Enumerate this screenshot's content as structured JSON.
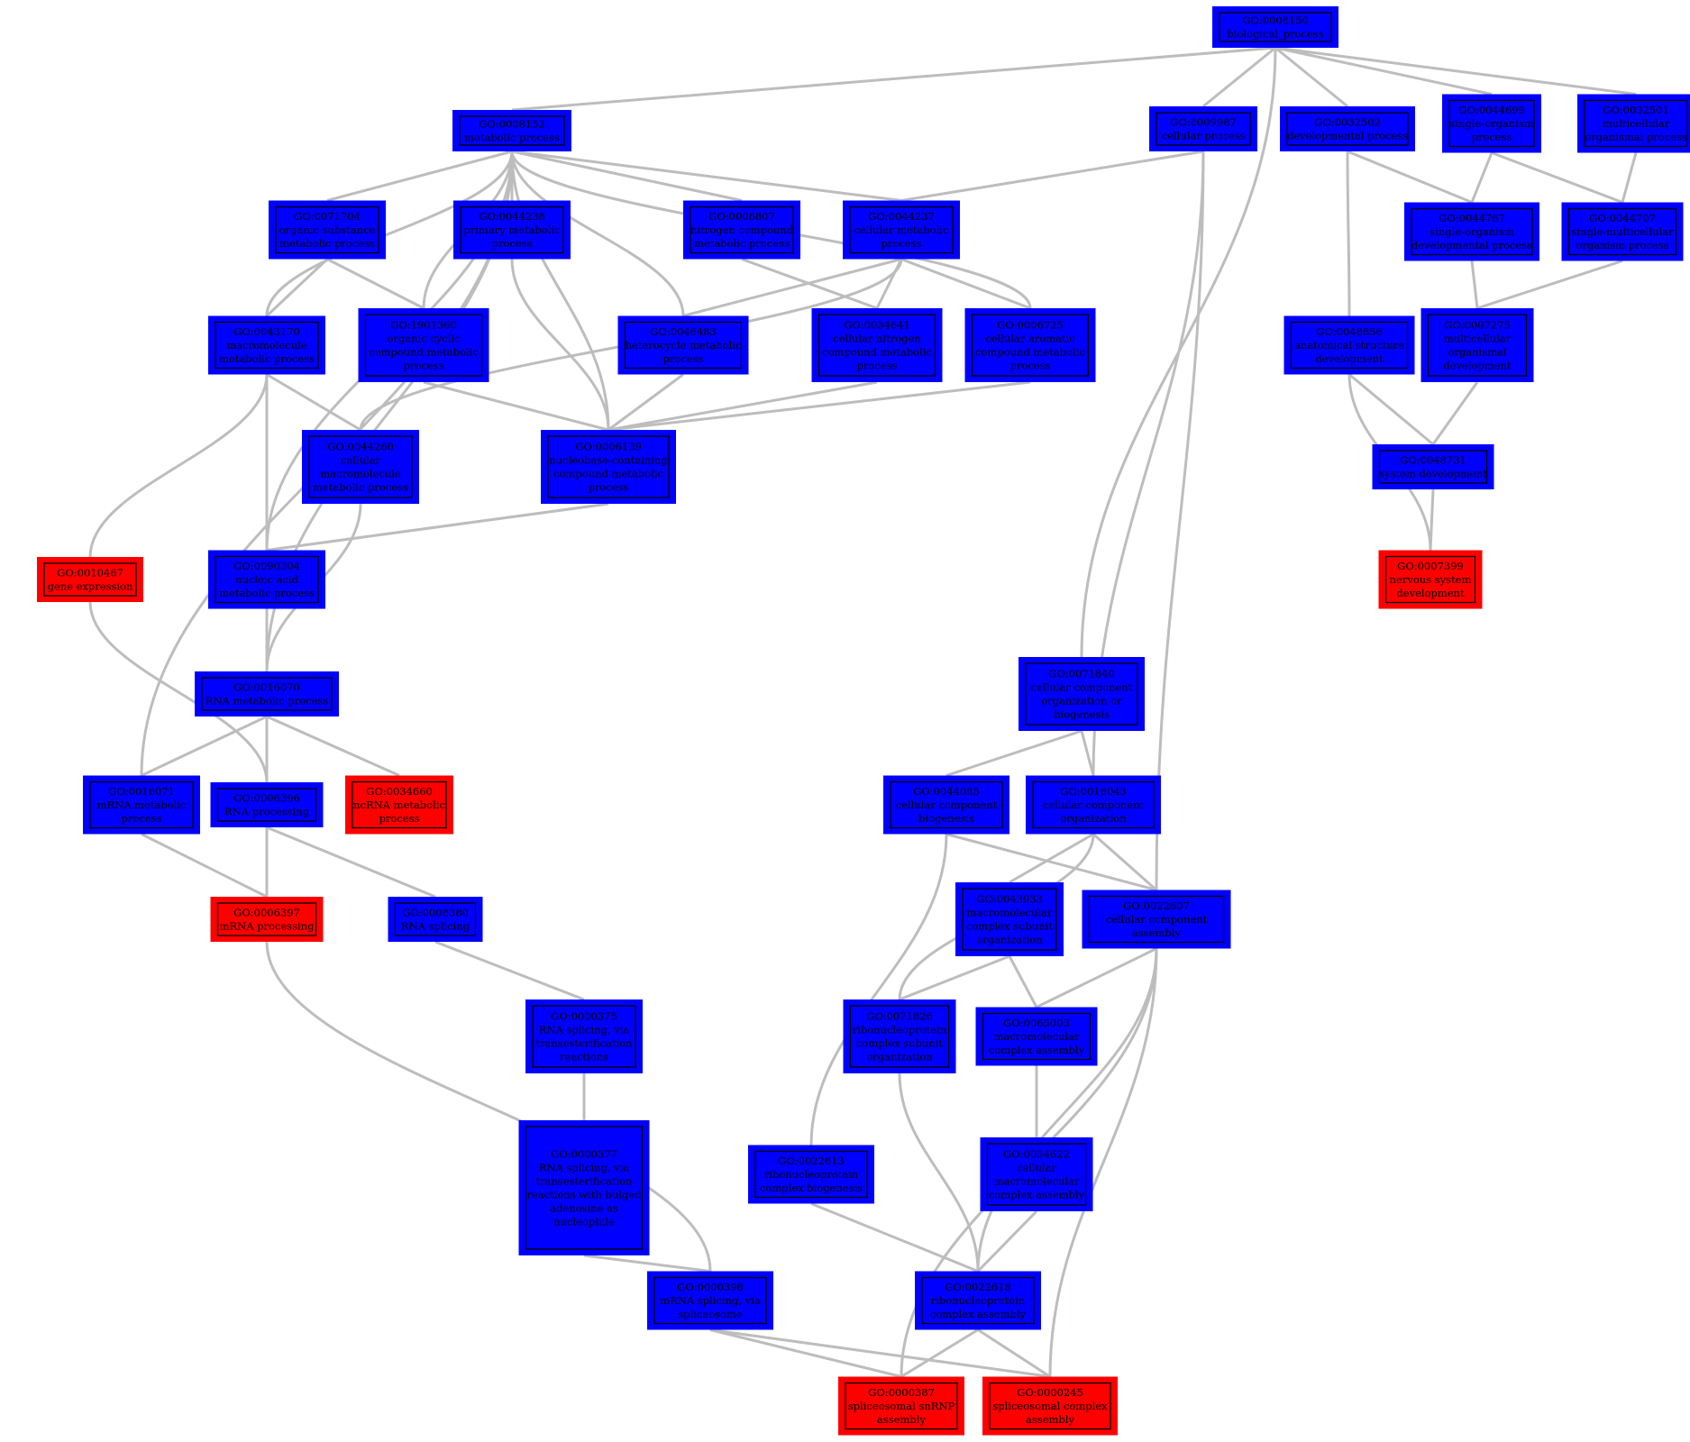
{
  "colors": {
    "highlighted": "#ff0000",
    "normal": "#0000ff",
    "edge": "#bdbdbd"
  },
  "nodes": [
    {
      "id": "GO:0008150",
      "lines": [
        "GO:0008150",
        "biological_process"
      ],
      "highlighted": false
    },
    {
      "id": "GO:0008152",
      "lines": [
        "GO:0008152",
        "metabolic process"
      ],
      "highlighted": false
    },
    {
      "id": "GO:0009987",
      "lines": [
        "GO:0009987",
        "cellular process"
      ],
      "highlighted": false
    },
    {
      "id": "GO:0032502",
      "lines": [
        "GO:0032502",
        "developmental process"
      ],
      "highlighted": false
    },
    {
      "id": "GO:0044699",
      "lines": [
        "GO:0044699",
        "single-organism",
        "process"
      ],
      "highlighted": false
    },
    {
      "id": "GO:0032501",
      "lines": [
        "GO:0032501",
        "multicellular",
        "organismal process"
      ],
      "highlighted": false
    },
    {
      "id": "GO:0071704",
      "lines": [
        "GO:0071704",
        "organic substance",
        "metabolic process"
      ],
      "highlighted": false
    },
    {
      "id": "GO:0044238",
      "lines": [
        "GO:0044238",
        "primary metabolic",
        "process"
      ],
      "highlighted": false
    },
    {
      "id": "GO:0006807",
      "lines": [
        "GO:0006807",
        "nitrogen compound",
        "metabolic process"
      ],
      "highlighted": false
    },
    {
      "id": "GO:0044237",
      "lines": [
        "GO:0044237",
        "cellular metabolic",
        "process"
      ],
      "highlighted": false
    },
    {
      "id": "GO:0044767",
      "lines": [
        "GO:0044767",
        "single-organism",
        "developmental process"
      ],
      "highlighted": false
    },
    {
      "id": "GO:0044707",
      "lines": [
        "GO:0044707",
        "single-multicellular",
        "organism process"
      ],
      "highlighted": false
    },
    {
      "id": "GO:0043170",
      "lines": [
        "GO:0043170",
        "macromolecule",
        "metabolic process"
      ],
      "highlighted": false
    },
    {
      "id": "GO:1901360",
      "lines": [
        "GO:1901360",
        "organic cyclic",
        "compound metabolic",
        "process"
      ],
      "highlighted": false
    },
    {
      "id": "GO:0046483",
      "lines": [
        "GO:0046483",
        "heterocycle metabolic",
        "process"
      ],
      "highlighted": false
    },
    {
      "id": "GO:0034641",
      "lines": [
        "GO:0034641",
        "cellular nitrogen",
        "compound metabolic",
        "process"
      ],
      "highlighted": false
    },
    {
      "id": "GO:0006725",
      "lines": [
        "GO:0006725",
        "cellular aromatic",
        "compound metabolic",
        "process"
      ],
      "highlighted": false
    },
    {
      "id": "GO:0048856",
      "lines": [
        "GO:0048856",
        "anatomical structure",
        "development"
      ],
      "highlighted": false
    },
    {
      "id": "GO:0007275",
      "lines": [
        "GO:0007275",
        "multicellular",
        "organismal",
        "development"
      ],
      "highlighted": false
    },
    {
      "id": "GO:0044260",
      "lines": [
        "GO:0044260",
        "cellular",
        "macromolecule",
        "metabolic process"
      ],
      "highlighted": false
    },
    {
      "id": "GO:0006139",
      "lines": [
        "GO:0006139",
        "nucleobase-containing",
        "compound metabolic",
        "process"
      ],
      "highlighted": false
    },
    {
      "id": "GO:0048731",
      "lines": [
        "GO:0048731",
        "system development"
      ],
      "highlighted": false
    },
    {
      "id": "GO:0010467",
      "lines": [
        "GO:0010467",
        "gene expression"
      ],
      "highlighted": true
    },
    {
      "id": "GO:0090304",
      "lines": [
        "GO:0090304",
        "nucleic acid",
        "metabolic process"
      ],
      "highlighted": false
    },
    {
      "id": "GO:0007399",
      "lines": [
        "GO:0007399",
        "nervous system",
        "development"
      ],
      "highlighted": true
    },
    {
      "id": "GO:0016070",
      "lines": [
        "GO:0016070",
        "RNA metabolic process"
      ],
      "highlighted": false
    },
    {
      "id": "GO:0071840",
      "lines": [
        "GO:0071840",
        "cellular component",
        "organization or",
        "biogenesis"
      ],
      "highlighted": false
    },
    {
      "id": "GO:0016071",
      "lines": [
        "GO:0016071",
        "mRNA metabolic",
        "process"
      ],
      "highlighted": false
    },
    {
      "id": "GO:0006396",
      "lines": [
        "GO:0006396",
        "RNA processing"
      ],
      "highlighted": false
    },
    {
      "id": "GO:0034660",
      "lines": [
        "GO:0034660",
        "ncRNA metabolic",
        "process"
      ],
      "highlighted": true
    },
    {
      "id": "GO:0044085",
      "lines": [
        "GO:0044085",
        "cellular component",
        "biogenesis"
      ],
      "highlighted": false
    },
    {
      "id": "GO:0016043",
      "lines": [
        "GO:0016043",
        "cellular component",
        "organization"
      ],
      "highlighted": false
    },
    {
      "id": "GO:0006397",
      "lines": [
        "GO:0006397",
        "mRNA processing"
      ],
      "highlighted": true
    },
    {
      "id": "GO:0008380",
      "lines": [
        "GO:0008380",
        "RNA splicing"
      ],
      "highlighted": false
    },
    {
      "id": "GO:0043933",
      "lines": [
        "GO:0043933",
        "macromolecular",
        "complex subunit",
        "organization"
      ],
      "highlighted": false
    },
    {
      "id": "GO:0022607",
      "lines": [
        "GO:0022607",
        "cellular component",
        "assembly"
      ],
      "highlighted": false
    },
    {
      "id": "GO:0000375",
      "lines": [
        "GO:0000375",
        "RNA splicing, via",
        "transesterification",
        "reactions"
      ],
      "highlighted": false
    },
    {
      "id": "GO:0071826",
      "lines": [
        "GO:0071826",
        "ribonucleoprotein",
        "complex subunit",
        "organization"
      ],
      "highlighted": false
    },
    {
      "id": "GO:0065003",
      "lines": [
        "GO:0065003",
        "macromolecular",
        "complex assembly"
      ],
      "highlighted": false
    },
    {
      "id": "GO:0000377",
      "lines": [
        "GO:0000377",
        "RNA splicing, via",
        "transesterification",
        "reactions with bulged",
        "adenosine as",
        "nucleophile"
      ],
      "highlighted": false
    },
    {
      "id": "GO:0022613",
      "lines": [
        "GO:0022613",
        "ribonucleoprotein",
        "complex biogenesis"
      ],
      "highlighted": false
    },
    {
      "id": "GO:0034622",
      "lines": [
        "GO:0034622",
        "cellular",
        "macromolecular",
        "complex assembly"
      ],
      "highlighted": false
    },
    {
      "id": "GO:0000398",
      "lines": [
        "GO:0000398",
        "mRNA splicing, via",
        "spliceosome"
      ],
      "highlighted": false
    },
    {
      "id": "GO:0022618",
      "lines": [
        "GO:0022618",
        "ribonucleoprotein",
        "complex assembly"
      ],
      "highlighted": false
    },
    {
      "id": "GO:0000387",
      "lines": [
        "GO:0000387",
        "spliceosomal snRNP",
        "assembly"
      ],
      "highlighted": true
    },
    {
      "id": "GO:0000245",
      "lines": [
        "GO:0000245",
        "spliceosomal complex",
        "assembly"
      ],
      "highlighted": true
    }
  ],
  "edges": [
    [
      "GO:0008150",
      "GO:0008152"
    ],
    [
      "GO:0008150",
      "GO:0009987"
    ],
    [
      "GO:0008150",
      "GO:0032502"
    ],
    [
      "GO:0008150",
      "GO:0044699"
    ],
    [
      "GO:0008150",
      "GO:0032501"
    ],
    [
      "GO:0008150",
      "GO:0071840"
    ],
    [
      "GO:0008152",
      "GO:0071704"
    ],
    [
      "GO:0008152",
      "GO:0044238"
    ],
    [
      "GO:0008152",
      "GO:0006807"
    ],
    [
      "GO:0008152",
      "GO:0044237"
    ],
    [
      "GO:0008152",
      "GO:0043170"
    ],
    [
      "GO:0008152",
      "GO:1901360"
    ],
    [
      "GO:0008152",
      "GO:0046483"
    ],
    [
      "GO:0008152",
      "GO:0006725"
    ],
    [
      "GO:0008152",
      "GO:0006139"
    ],
    [
      "GO:0008152",
      "GO:0090304"
    ],
    [
      "GO:0008152",
      "GO:0016070"
    ],
    [
      "GO:0008152",
      "GO:0016071"
    ],
    [
      "GO:0009987",
      "GO:0044237"
    ],
    [
      "GO:0009987",
      "GO:0016043"
    ],
    [
      "GO:0009987",
      "GO:0022607"
    ],
    [
      "GO:0032502",
      "GO:0044767"
    ],
    [
      "GO:0032502",
      "GO:0048856"
    ],
    [
      "GO:0044699",
      "GO:0044767"
    ],
    [
      "GO:0044699",
      "GO:0044707"
    ],
    [
      "GO:0032501",
      "GO:0044707"
    ],
    [
      "GO:0071704",
      "GO:0043170"
    ],
    [
      "GO:0071704",
      "GO:1901360"
    ],
    [
      "GO:0044238",
      "GO:0006139"
    ],
    [
      "GO:0006807",
      "GO:0034641"
    ],
    [
      "GO:0044237",
      "GO:0046483"
    ],
    [
      "GO:0044237",
      "GO:0034641"
    ],
    [
      "GO:0044237",
      "GO:0006725"
    ],
    [
      "GO:0044237",
      "GO:0044260"
    ],
    [
      "GO:0044767",
      "GO:0007275"
    ],
    [
      "GO:0044707",
      "GO:0007275"
    ],
    [
      "GO:0043170",
      "GO:0044260"
    ],
    [
      "GO:0043170",
      "GO:0090304"
    ],
    [
      "GO:0043170",
      "GO:0010467"
    ],
    [
      "GO:1901360",
      "GO:0006139"
    ],
    [
      "GO:0046483",
      "GO:0006139"
    ],
    [
      "GO:0034641",
      "GO:0006139"
    ],
    [
      "GO:0006725",
      "GO:0006139"
    ],
    [
      "GO:0048856",
      "GO:0048731"
    ],
    [
      "GO:0048856",
      "GO:0007399"
    ],
    [
      "GO:0007275",
      "GO:0048731"
    ],
    [
      "GO:0044260",
      "GO:0016070"
    ],
    [
      "GO:0006139",
      "GO:0090304"
    ],
    [
      "GO:0048731",
      "GO:0007399"
    ],
    [
      "GO:0010467",
      "GO:0006396"
    ],
    [
      "GO:0090304",
      "GO:0016070"
    ],
    [
      "GO:0016070",
      "GO:0016071"
    ],
    [
      "GO:0016070",
      "GO:0006396"
    ],
    [
      "GO:0016070",
      "GO:0034660"
    ],
    [
      "GO:0071840",
      "GO:0044085"
    ],
    [
      "GO:0071840",
      "GO:0016043"
    ],
    [
      "GO:0016071",
      "GO:0006397"
    ],
    [
      "GO:0006396",
      "GO:0006397"
    ],
    [
      "GO:0006396",
      "GO:0008380"
    ],
    [
      "GO:0044085",
      "GO:0022607"
    ],
    [
      "GO:0044085",
      "GO:0022613"
    ],
    [
      "GO:0016043",
      "GO:0043933"
    ],
    [
      "GO:0016043",
      "GO:0022607"
    ],
    [
      "GO:0016043",
      "GO:0071826"
    ],
    [
      "GO:0006397",
      "GO:0000398"
    ],
    [
      "GO:0008380",
      "GO:0000375"
    ],
    [
      "GO:0043933",
      "GO:0071826"
    ],
    [
      "GO:0043933",
      "GO:0065003"
    ],
    [
      "GO:0022607",
      "GO:0065003"
    ],
    [
      "GO:0022607",
      "GO:0022618"
    ],
    [
      "GO:0022607",
      "GO:0000387"
    ],
    [
      "GO:0022607",
      "GO:0000245"
    ],
    [
      "GO:0000375",
      "GO:0000377"
    ],
    [
      "GO:0071826",
      "GO:0022618"
    ],
    [
      "GO:0065003",
      "GO:0034622"
    ],
    [
      "GO:0000377",
      "GO:0000398"
    ],
    [
      "GO:0022613",
      "GO:0022618"
    ],
    [
      "GO:0034622",
      "GO:0022618"
    ],
    [
      "GO:0000398",
      "GO:0000387"
    ],
    [
      "GO:0000398",
      "GO:0000245"
    ],
    [
      "GO:0022618",
      "GO:0000387"
    ],
    [
      "GO:0022618",
      "GO:0000245"
    ]
  ]
}
